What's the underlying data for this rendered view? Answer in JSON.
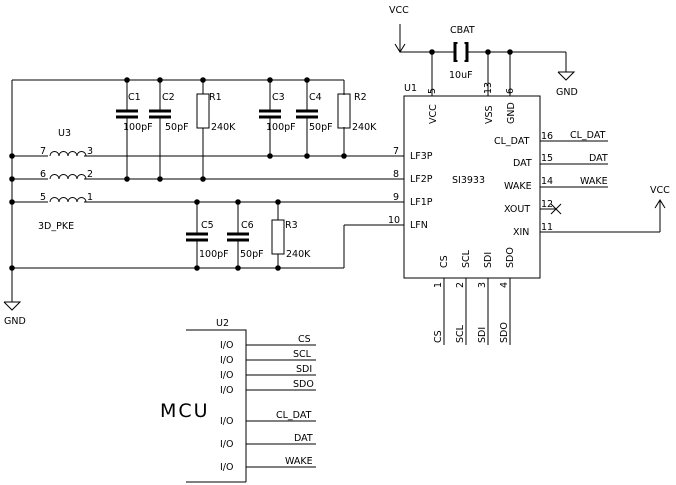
{
  "power": {
    "vcc_label": "VCC",
    "gnd_label": "GND"
  },
  "cbat": {
    "name": "CBAT",
    "value": "10uF"
  },
  "u1": {
    "ref": "U1",
    "part": "SI3933",
    "top_pins": [
      {
        "num": "5",
        "name": "VCC"
      },
      {
        "num": "13",
        "name": "VSS"
      },
      {
        "num": "6",
        "name": "GND"
      }
    ],
    "left_pins": [
      {
        "num": "7",
        "name": "LF3P"
      },
      {
        "num": "8",
        "name": "LF2P"
      },
      {
        "num": "9",
        "name": "LF1P"
      },
      {
        "num": "10",
        "name": "LFN"
      }
    ],
    "right_pins": [
      {
        "num": "16",
        "name": "CL_DAT",
        "net": "CL_DAT"
      },
      {
        "num": "15",
        "name": "DAT",
        "net": "DAT"
      },
      {
        "num": "14",
        "name": "WAKE",
        "net": "WAKE"
      },
      {
        "num": "12",
        "name": "XOUT",
        "net": ""
      },
      {
        "num": "11",
        "name": "XIN",
        "net": ""
      }
    ],
    "bottom_pins": [
      {
        "num": "1",
        "name": "CS",
        "net": "CS"
      },
      {
        "num": "2",
        "name": "SCL",
        "net": "SCL"
      },
      {
        "num": "3",
        "name": "SDI",
        "net": "SDI"
      },
      {
        "num": "4",
        "name": "SDO",
        "net": "SDO"
      }
    ]
  },
  "u3": {
    "ref": "U3",
    "part": "3D_PKE",
    "coils": [
      {
        "left": "7",
        "right": "3"
      },
      {
        "left": "6",
        "right": "2"
      },
      {
        "left": "5",
        "right": "1"
      }
    ]
  },
  "caps": {
    "c1": {
      "name": "C1",
      "value": "100pF"
    },
    "c2": {
      "name": "C2",
      "value": "50pF"
    },
    "c3": {
      "name": "C3",
      "value": "100pF"
    },
    "c4": {
      "name": "C4",
      "value": "50pF"
    },
    "c5": {
      "name": "C5",
      "value": "100pF"
    },
    "c6": {
      "name": "C6",
      "value": "50pF"
    }
  },
  "resistors": {
    "r1": {
      "name": "R1",
      "value": "240K"
    },
    "r2": {
      "name": "R2",
      "value": "240K"
    },
    "r3": {
      "name": "R3",
      "value": "240K"
    }
  },
  "u2": {
    "ref": "U2",
    "name": "MCU",
    "pins": [
      {
        "label": "I/O",
        "net": "CS"
      },
      {
        "label": "I/O",
        "net": "SCL"
      },
      {
        "label": "I/O",
        "net": "SDI"
      },
      {
        "label": "I/O",
        "net": "SDO"
      },
      {
        "label": "I/O",
        "net": "CL_DAT"
      },
      {
        "label": "I/O",
        "net": "DAT"
      },
      {
        "label": "I/O",
        "net": "WAKE"
      }
    ]
  }
}
